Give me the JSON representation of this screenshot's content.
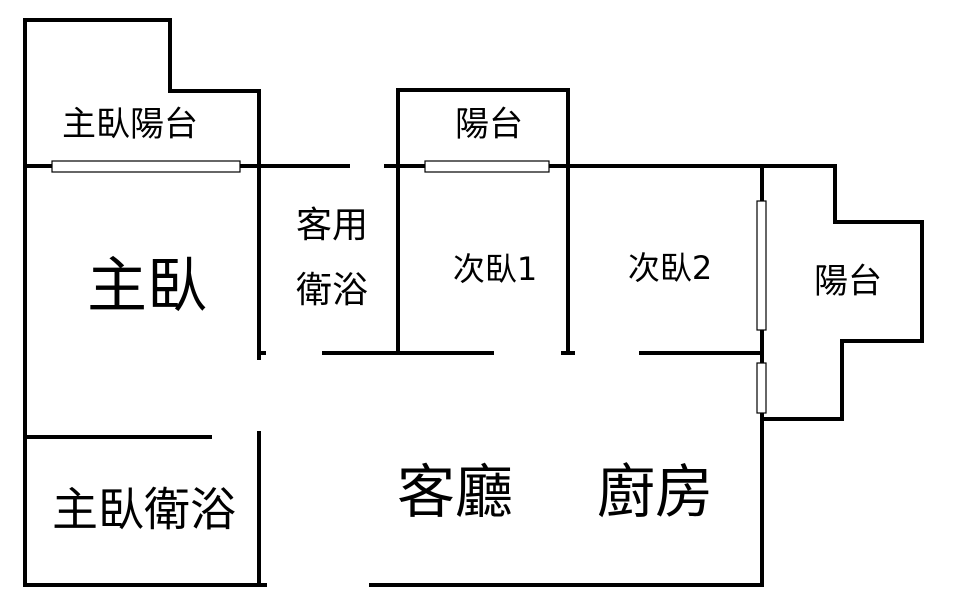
{
  "title": "Floor plan",
  "rooms": {
    "master_balcony": "主臥陽台",
    "balcony_top": "陽台",
    "master_bedroom": "主臥",
    "guest_bath_line1": "客用",
    "guest_bath_line2": "衛浴",
    "bedroom2": "次臥1",
    "bedroom3": "次臥2",
    "balcony_right": "陽台",
    "master_bath": "主臥衛浴",
    "living_room": "客廳",
    "kitchen": "廚房"
  }
}
